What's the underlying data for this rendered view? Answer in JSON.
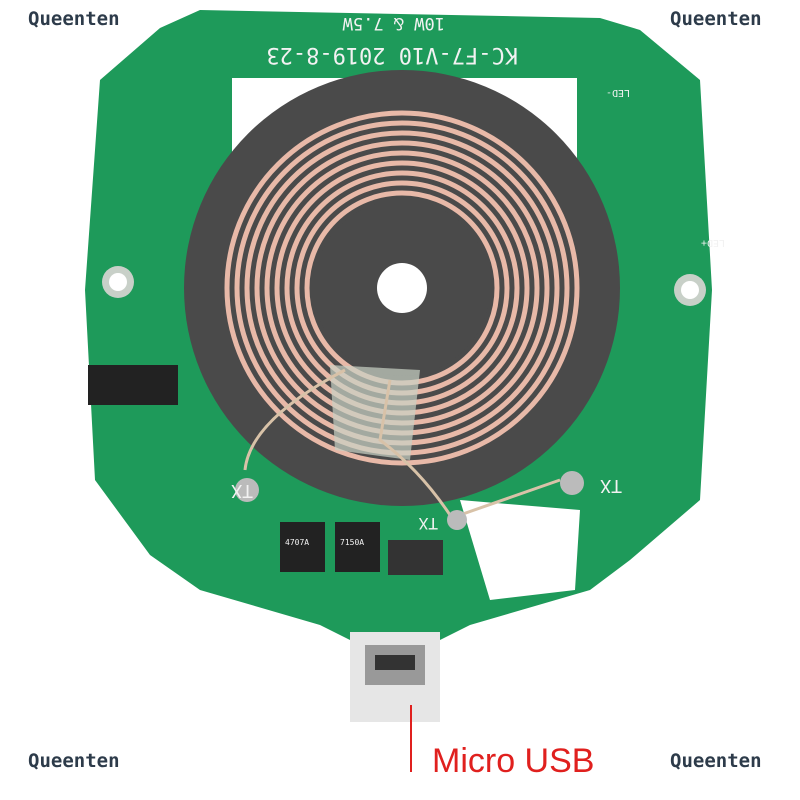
{
  "watermarks": [
    "Queenten",
    "Queenten",
    "Queenten",
    "Queenten"
  ],
  "caption": "Micro USB",
  "pcb": {
    "model_label": "KC-F7-V10 2019-8-23",
    "power_label": "10W & 7.5W",
    "tx_labels": [
      "TX",
      "TX",
      "TX"
    ],
    "led_minus": "LED-",
    "led_plus": "LED+",
    "chip_labels": [
      "4707A",
      "7150A"
    ]
  },
  "colors": {
    "pcb": "#1e9a5a",
    "ferrite": "#4a4a4a",
    "coil": "#e8b9a8",
    "caption": "#e0201e"
  }
}
